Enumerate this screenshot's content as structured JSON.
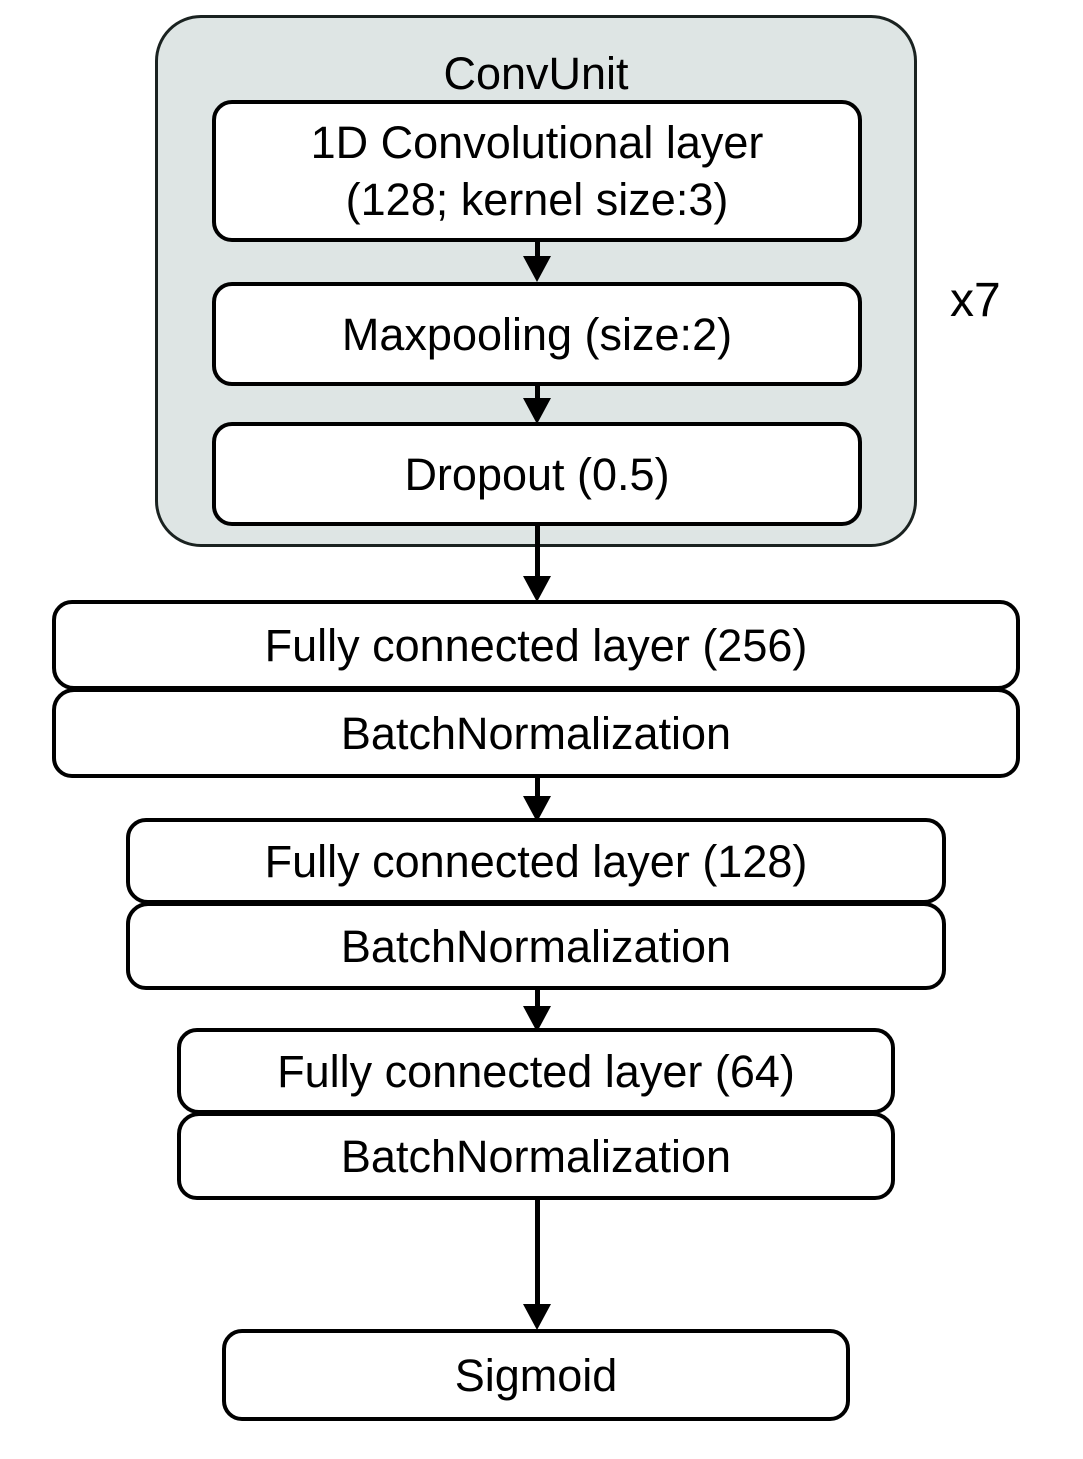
{
  "diagram": {
    "title_visible": false,
    "group": {
      "name": "ConvUnit",
      "repeat": "x7",
      "fill_color": "#dee5e4",
      "border_color": "#1a2220",
      "nodes": [
        {
          "id": "conv1d",
          "label": "1D Convolutional layer\n(128; kernel size:3)"
        },
        {
          "id": "maxpool",
          "label": "Maxpooling (size:2)"
        },
        {
          "id": "dropout",
          "label": "Dropout (0.5)"
        }
      ]
    },
    "blocks": [
      {
        "id": "fc256",
        "dense": "Fully connected layer (256)",
        "norm": "BatchNormalization"
      },
      {
        "id": "fc128",
        "dense": "Fully connected layer (128)",
        "norm": "BatchNormalization"
      },
      {
        "id": "fc64",
        "dense": "Fully connected layer (64)",
        "norm": "BatchNormalization"
      }
    ],
    "output": {
      "id": "sigmoid",
      "label": "Sigmoid"
    },
    "colors": {
      "box_fill": "#ffffff",
      "box_border": "#000000",
      "group_fill": "#dee5e4",
      "text": "#000000"
    }
  }
}
